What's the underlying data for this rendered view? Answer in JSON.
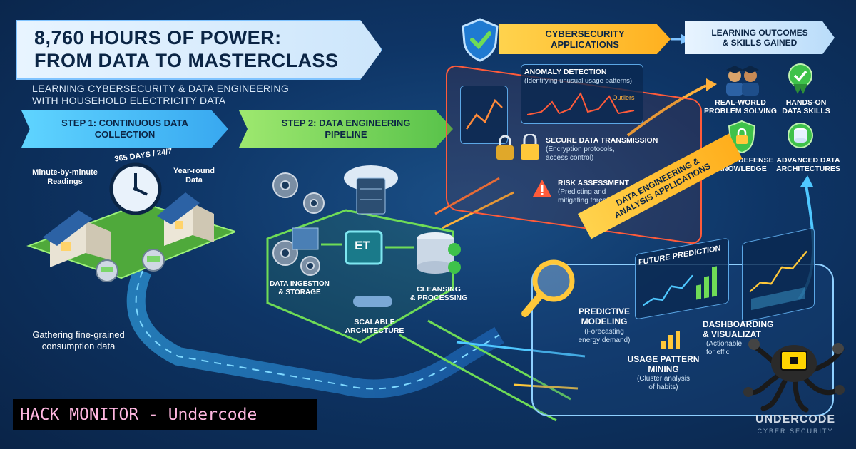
{
  "title": {
    "line1": "8,760 HOURS OF POWER:",
    "line2": "FROM DATA TO MASTERCLASS"
  },
  "subtitle": {
    "line1": "LEARNING CYBERSECURITY & DATA ENGINEERING",
    "line2": "WITH HOUSEHOLD ELECTRICITY DATA"
  },
  "step1": {
    "line1": "STEP 1: CONTINUOUS DATA",
    "line2": "COLLECTION"
  },
  "step2": {
    "line1": "STEP 2: DATA ENGINEERING",
    "line2": "PIPELINE"
  },
  "collection": {
    "clock_arc": "365 DAYS / 24/7",
    "minute_line1": "Minute-by-minute",
    "minute_line2": "Readings",
    "year_line1": "Year-round",
    "year_line2": "Data",
    "gather_line1": "Gathering fine-grained",
    "gather_line2": "consumption data"
  },
  "pipeline": {
    "chip": "ET",
    "ingest_line1": "DATA INGESTION",
    "ingest_line2": "& STORAGE",
    "clean_line1": "CLEANSING",
    "clean_line2": "& PROCESSING",
    "scale_line1": "SCALABLE",
    "scale_line2": "ARCHITECTURE"
  },
  "cyber": {
    "banner_line1": "CYBERSECURITY",
    "banner_line2": "APPLICATIONS",
    "anomaly_title": "ANOMALY DETECTION",
    "anomaly_desc": "(Identifying unusual usage patterns)",
    "outliers": "Outliers",
    "secure_title": "SECURE DATA TRANSMISSION",
    "secure_desc1": "(Encryption protocols,",
    "secure_desc2": "access control)",
    "risk_title": "RISK ASSESSMENT",
    "risk_desc1": "(Predicting and",
    "risk_desc2": "mitigating threats)"
  },
  "outcomes": {
    "banner_line1": "LEARNING OUTCOMES",
    "banner_line2": "& SKILLS GAINED",
    "real1": "REAL-WORLD",
    "real2": "PROBLEM SOLVING",
    "hands1": "HANDS-ON",
    "hands2": "DATA SKILLS",
    "cyber1": "CYBER DEFENSE",
    "cyber2": "KNOWLEDGE",
    "adv1": "ADVANCED DATA",
    "adv2": "ARCHITECTURES"
  },
  "analysis": {
    "banner_line1": "DATA ENGINEERING &",
    "banner_line2": "ANALYSIS APPLICATIONS",
    "future": "FUTURE PREDICTION",
    "pred_title1": "PREDICTIVE",
    "pred_title2": "MODELING",
    "pred_desc1": "(Forecasting",
    "pred_desc2": "energy demand)",
    "usage_title1": "USAGE PATTERN",
    "usage_title2": "MINING",
    "usage_desc1": "(Cluster analysis",
    "usage_desc2": "of habits)",
    "dash_title1": "DASHBOARDING",
    "dash_title2": "& VISUALIZAT",
    "dash_desc1": "(Actionable",
    "dash_desc2": "for effic"
  },
  "watermark": "HACK MONITOR - Undercode",
  "brand": {
    "name": "UNDERCODE",
    "tagline": "CYBER SECURITY"
  },
  "colors": {
    "accent_yellow": "#ffc83a",
    "cyber_red": "#ff5b3a",
    "pipeline_green": "#6fdc56",
    "flow_blue": "#4fc8ff"
  }
}
